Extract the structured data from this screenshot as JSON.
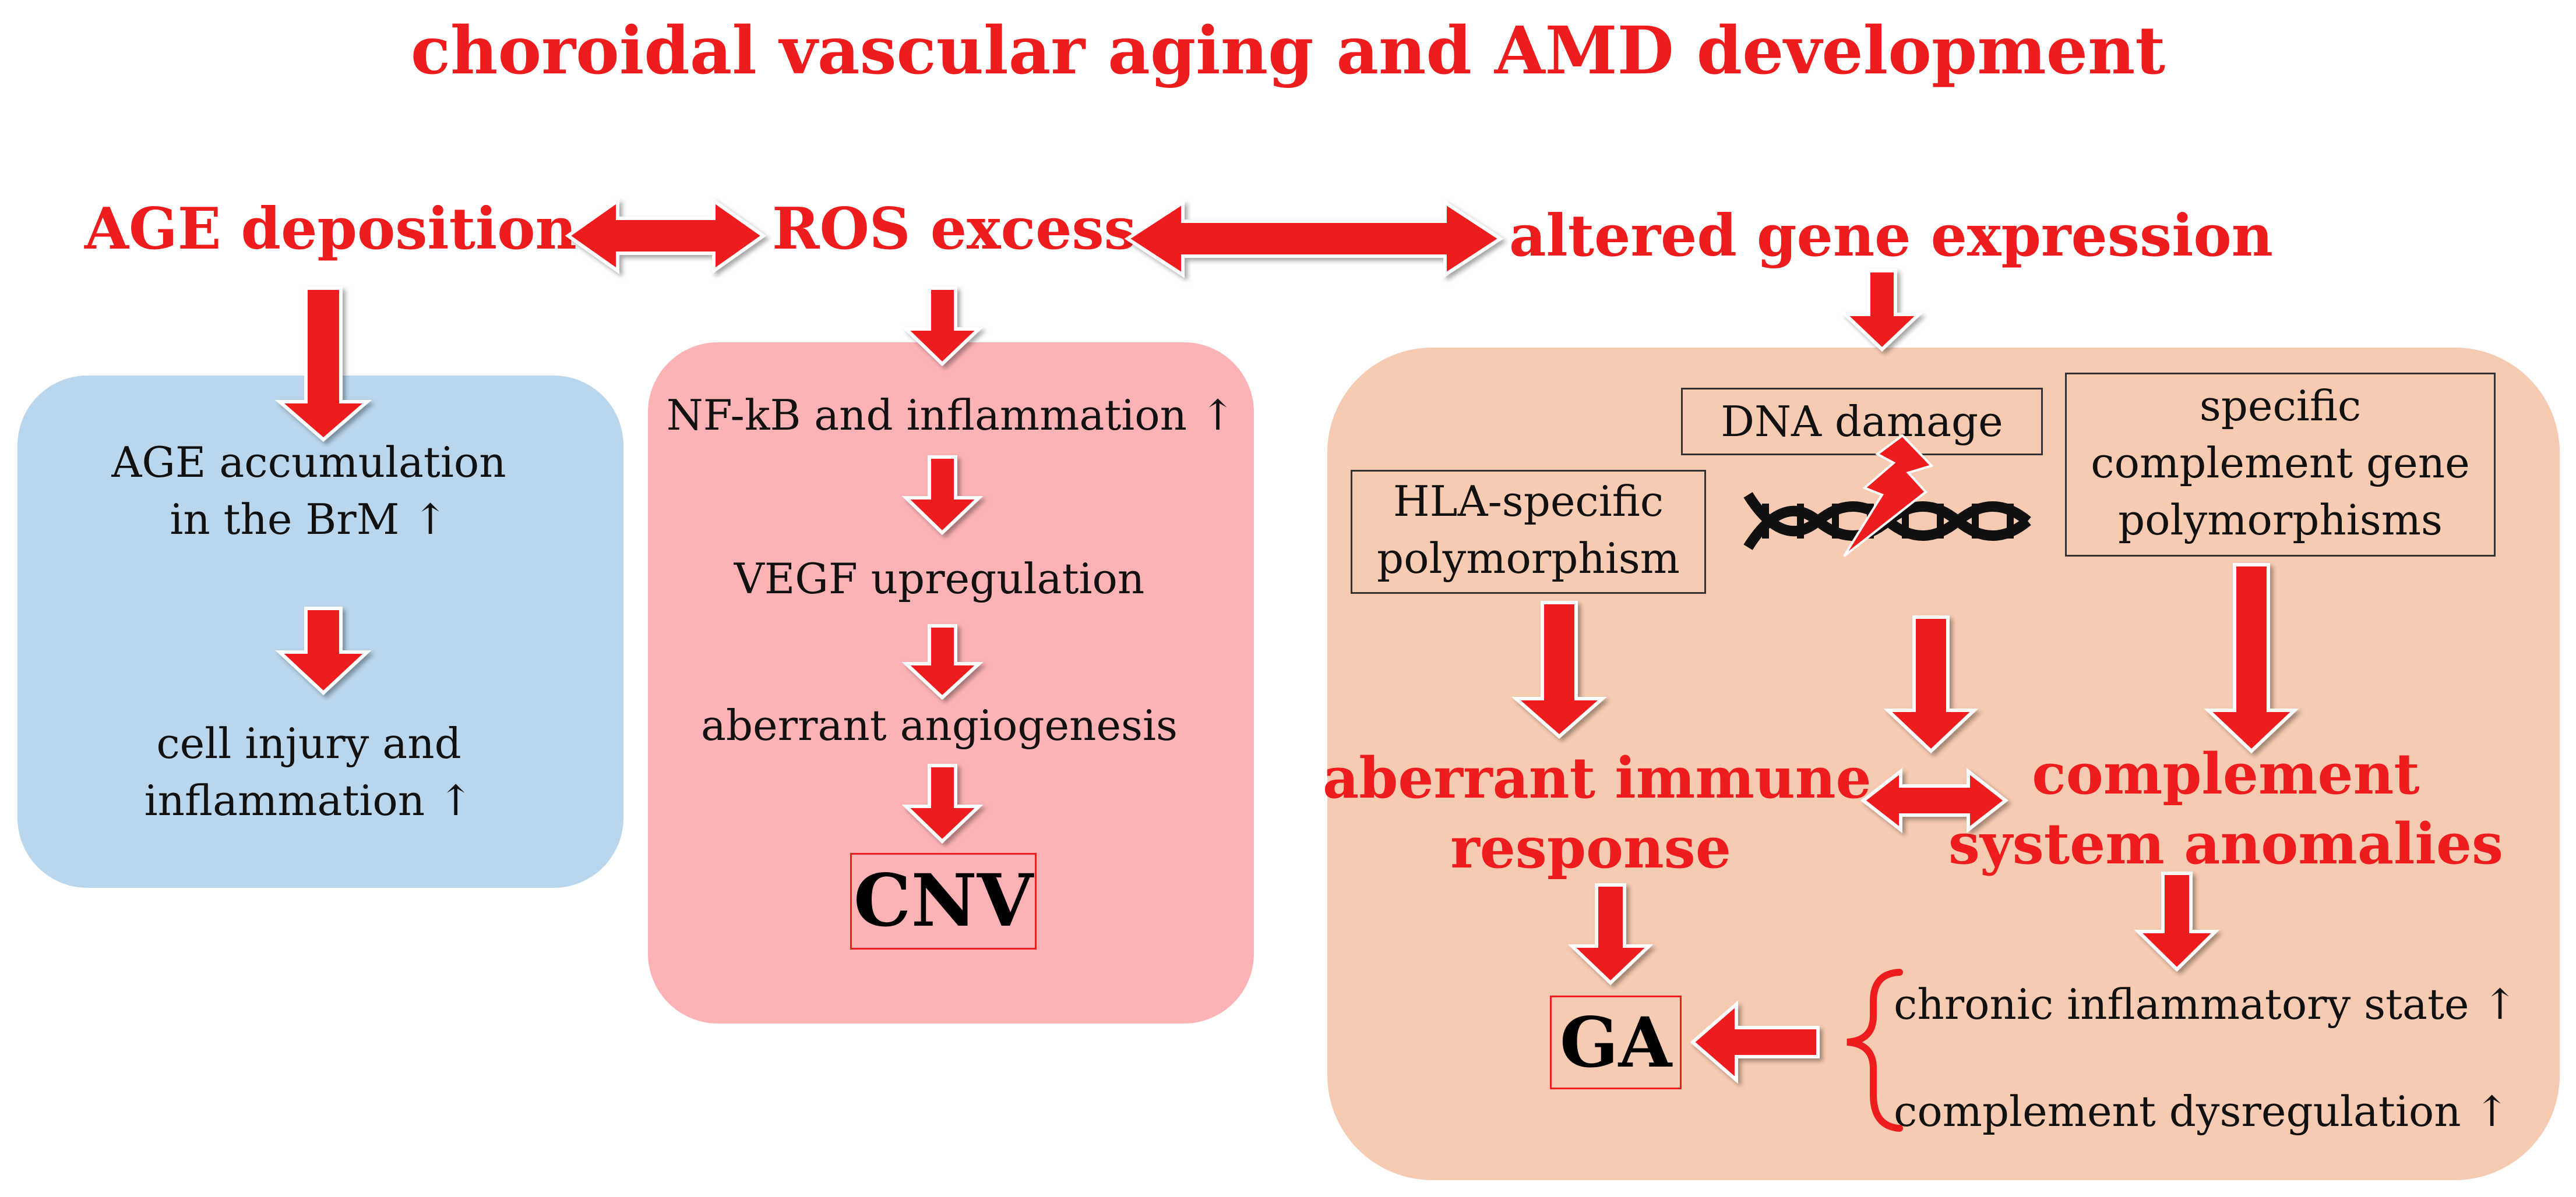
{
  "title": "choroidal vascular aging and AMD development",
  "colors": {
    "accent_red": "#ee1c1c",
    "panel_blue": "#bad6ec",
    "panel_pink": "#fdb3b5",
    "panel_peach": "#f7cbb2",
    "text_dark": "#111111"
  },
  "headers": {
    "age_deposition": "AGE deposition",
    "ros_excess": "ROS excess",
    "altered_gene_expression": "altered gene expression"
  },
  "left_panel": {
    "line1": "AGE accumulation",
    "line2": "in the BrM ↑",
    "line3": "cell injury and",
    "line4": "inflammation ↑"
  },
  "middle_panel": {
    "nfkb": "NF-kB and inflammation ↑",
    "vegf": "VEGF upregulation",
    "angiogenesis": "aberrant angiogenesis",
    "cnv": "CNV"
  },
  "right_panel": {
    "dna_damage": "DNA damage",
    "hla_line1": "HLA-specific",
    "hla_line2": "polymorphism",
    "comp_line1": "specific",
    "comp_line2": "complement gene",
    "comp_line3": "polymorphisms",
    "immune_line1": "aberrant immune",
    "immune_line2": "response",
    "system_line1": "complement",
    "system_line2": "system anomalies",
    "chronic": "chronic inflammatory state ↑",
    "dysregulation": "complement dysregulation ↑",
    "ga": "GA"
  },
  "icons": {
    "dna": "dna-helix-icon",
    "lightning": "lightning-bolt-icon"
  }
}
